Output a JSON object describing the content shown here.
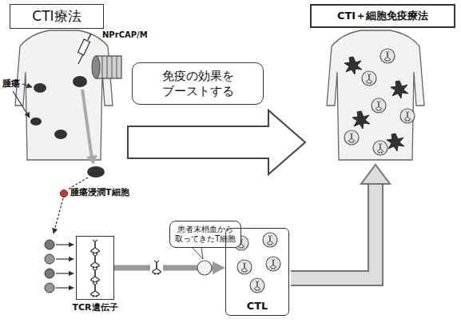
{
  "diagram": {
    "nodes": [
      {
        "text": [
          "CTI療法"
        ]
      },
      {
        "text": [
          "CTI＋細胞免疫療法"
        ]
      },
      {
        "text": [
          "免疫の効果を ブーストする"
        ]
      },
      {
        "text": [
          "患者末梢血から 取ってきたT細胞"
        ]
      },
      {
        "text": [
          "CTL"
        ]
      },
      {
        "text": [
          "TCR遺伝子"
        ]
      }
    ],
    "edges": [
      {
        "from": 5,
        "to": 4,
        "arrow": "to"
      }
    ],
    "labels": [
      "NPrCAP/M",
      "腫瘍",
      "腫瘍浸潤T細胞"
    ]
  }
}
